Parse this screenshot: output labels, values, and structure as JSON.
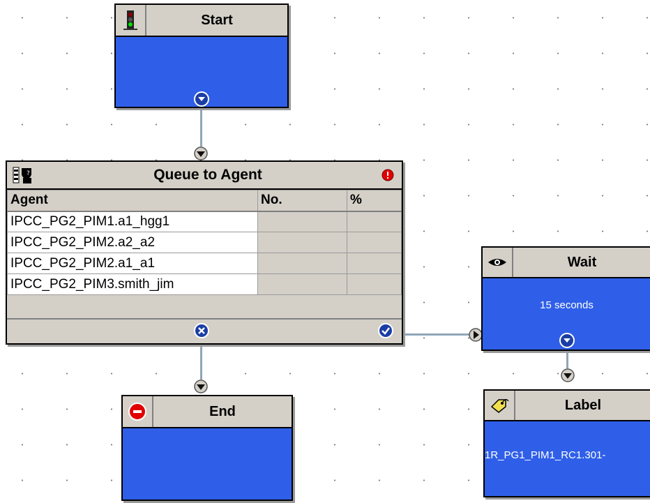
{
  "nodes": {
    "start": {
      "title": "Start",
      "icon": "traffic-light-icon"
    },
    "queue": {
      "title": "Queue to Agent",
      "icon": "queue-agent-icon",
      "alert_icon": "error-indicator-icon",
      "columns": [
        "Agent",
        "No.",
        "%"
      ],
      "rows": [
        {
          "agent": "IPCC_PG2_PIM1.a1_hgg1",
          "no": "",
          "pct": ""
        },
        {
          "agent": "IPCC_PG2_PIM2.a2_a2",
          "no": "",
          "pct": ""
        },
        {
          "agent": "IPCC_PG2_PIM2.a1_a1",
          "no": "",
          "pct": ""
        },
        {
          "agent": "IPCC_PG2_PIM3.smith_jim",
          "no": "",
          "pct": ""
        }
      ]
    },
    "end": {
      "title": "End",
      "icon": "stop-sign-icon"
    },
    "wait": {
      "title": "Wait",
      "icon": "eye-icon",
      "body": "15 seconds"
    },
    "label": {
      "title": "Label",
      "icon": "tag-icon",
      "body": "1R_PG1_PIM1_RC1.301-"
    }
  },
  "colors": {
    "node_body": "#2f5fe8",
    "node_header": "#d4d0c8",
    "connector": "#1b3ea6",
    "line": "#8fa6b8"
  }
}
